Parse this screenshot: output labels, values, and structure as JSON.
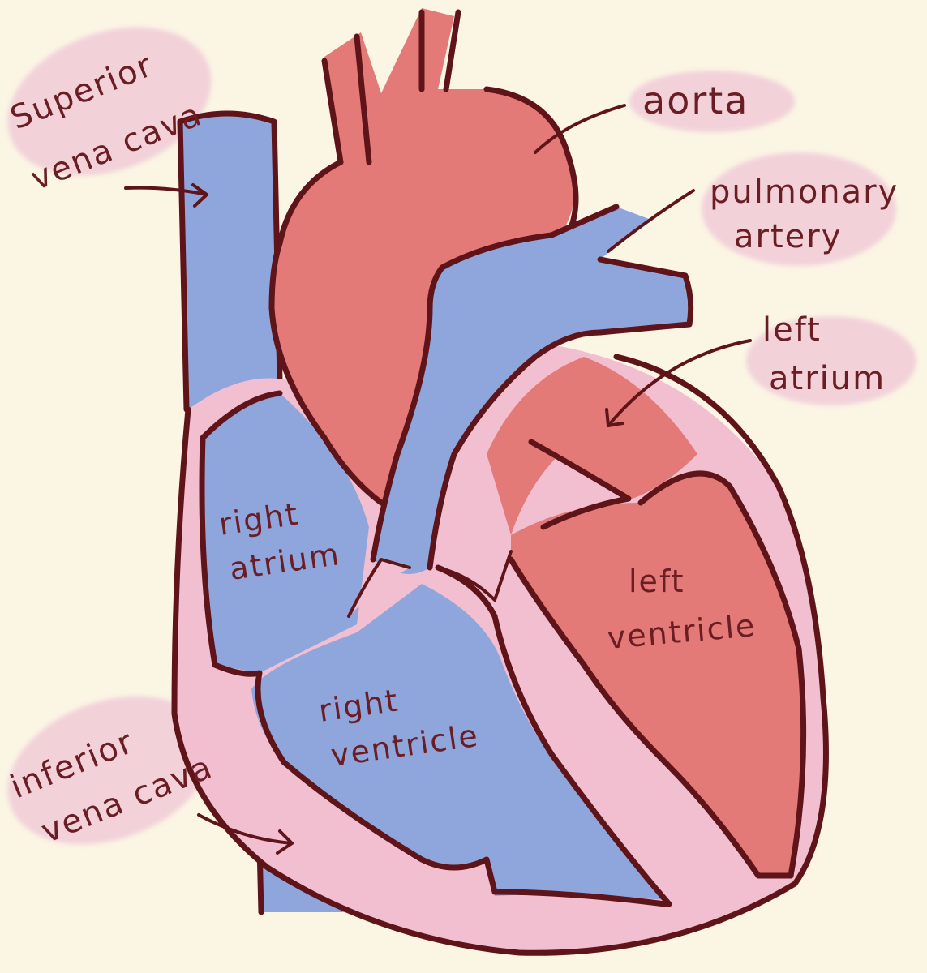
{
  "colors": {
    "background": "#fbf5e4",
    "ink": "#5e1419",
    "oxygenated_red": "#e47a78",
    "deoxygenated_blue": "#8fa6dd",
    "muscle_pink": "#f2bfd0",
    "label_highlight": "#efc6d6"
  },
  "labels": {
    "superior_vena_cava": [
      "Superior",
      "vena cava"
    ],
    "aorta": "aorta",
    "pulmonary_artery": [
      "pulmonary",
      "artery"
    ],
    "left_atrium": [
      "left",
      "atrium"
    ],
    "right_atrium": [
      "right",
      "atrium"
    ],
    "left_ventricle": [
      "left",
      "ventricle"
    ],
    "right_ventricle": [
      "right",
      "ventricle"
    ],
    "inferior_vena_cava": [
      "inferior",
      "vena cava"
    ]
  }
}
